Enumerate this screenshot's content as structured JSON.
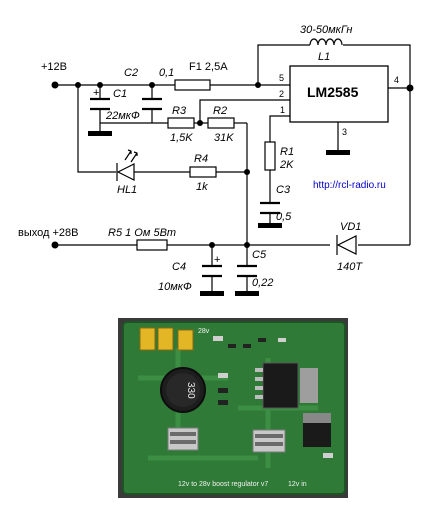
{
  "schematic": {
    "input": "+12В",
    "output": "выход +28В",
    "url": "http://rcl-radio.ru",
    "ic": {
      "name": "LM2585",
      "pins": [
        "5",
        "2",
        "1",
        "4",
        "3"
      ]
    },
    "components": {
      "F1": {
        "ref": "F1",
        "value": "2,5A"
      },
      "L1": {
        "ref": "L1",
        "value": "30-50мкГн"
      },
      "C1": {
        "ref": "C1",
        "value": "22мкФ"
      },
      "C2": {
        "ref": "C2",
        "value": "0,1"
      },
      "R3": {
        "ref": "R3",
        "value": "1,5K"
      },
      "R2": {
        "ref": "R2",
        "value": "31K"
      },
      "R1": {
        "ref": "R1",
        "value": "2K"
      },
      "C3": {
        "ref": "C3",
        "value": "0,5"
      },
      "R4": {
        "ref": "R4",
        "value": "1k"
      },
      "HL1": {
        "ref": "HL1"
      },
      "R5": {
        "ref": "R5",
        "value": "1 Ом 5Вт"
      },
      "C4": {
        "ref": "C4",
        "value": "10мкФ"
      },
      "C5": {
        "ref": "C5",
        "value": "0,22"
      },
      "VD1": {
        "ref": "VD1",
        "value": "140T"
      }
    }
  },
  "photo": {
    "inductor_marking": "330",
    "silkscreen_title": "12v to 28v boost regulator v7",
    "silkscreen_in": "12v in",
    "silkscreen_out": "28v"
  }
}
